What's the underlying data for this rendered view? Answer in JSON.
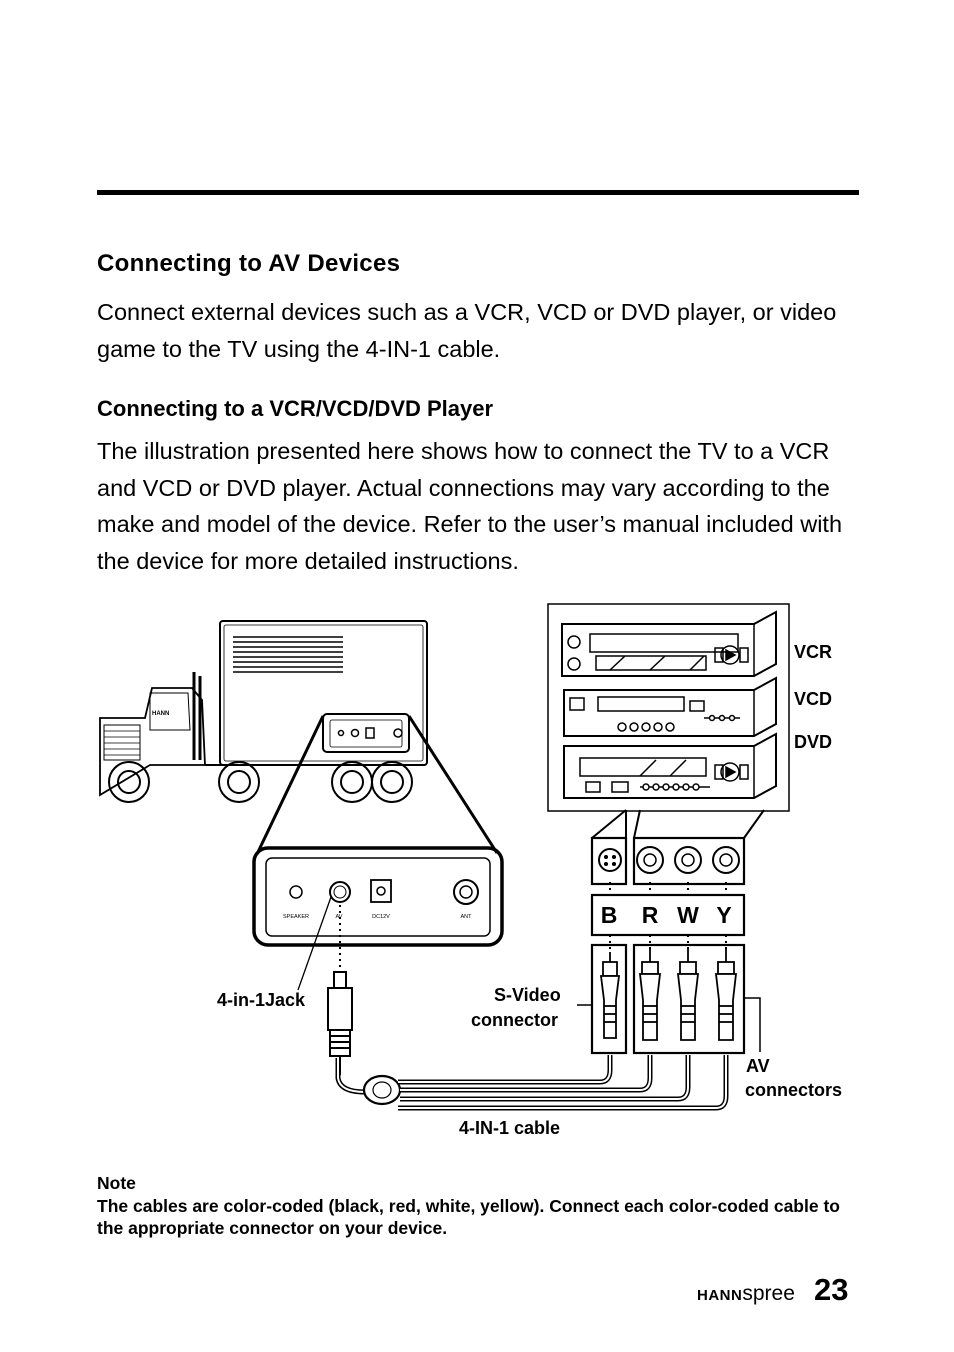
{
  "section_title": "Connecting to AV Devices",
  "intro_paragraph": "Connect external devices such as a VCR, VCD or DVD player, or video game to the TV using the 4-IN-1 cable.",
  "subsection_title": "Connecting to a VCR/VCD/DVD Player",
  "body_paragraph": "The illustration presented here shows how to connect the TV to a VCR and VCD or DVD player. Actual connections may vary according to the make and model of the device. Refer to the user’s manual included with the device for more detailed instructions.",
  "diagram": {
    "device_labels": {
      "vcr": "VCR",
      "vcd": "VCD",
      "dvd": "DVD"
    },
    "color_letters": [
      "B",
      "R",
      "W",
      "Y"
    ],
    "panel_labels": {
      "speaker": "SPEAKER",
      "av": "AV",
      "dc12v": "DC12V",
      "ant": "ANT"
    },
    "callouts": {
      "jack": "4-in-1Jack",
      "svideo_line1": "S-Video",
      "svideo_line2": "connector",
      "av_line1": "AV",
      "av_line2": "connectors",
      "cable": "4-IN-1 cable"
    }
  },
  "note": {
    "title": "Note",
    "text": "The cables are color-coded (black, red, white, yellow). Connect each color-coded cable to the appropriate connector on your device."
  },
  "footer": {
    "brand_bold": "HANN",
    "brand_light": "spree",
    "page_number": "23"
  }
}
